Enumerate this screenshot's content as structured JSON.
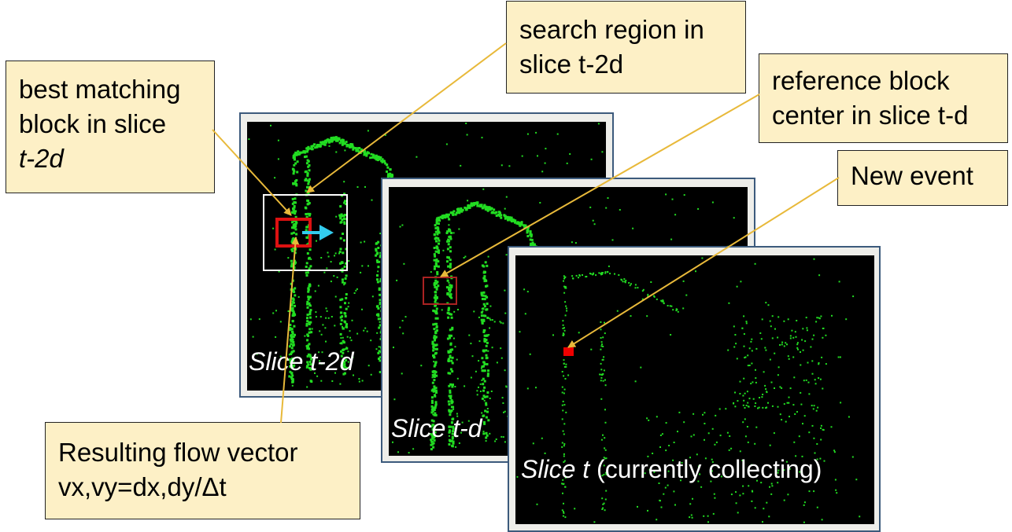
{
  "slices": {
    "back": {
      "caption_main": "Slice t-2d",
      "caption_rest": ""
    },
    "mid": {
      "caption_main": "Slice t-d",
      "caption_rest": ""
    },
    "front": {
      "caption_main": "Slice t",
      "caption_rest": " (currently collecting)"
    }
  },
  "callouts": {
    "best_match": {
      "line1": "best matching",
      "line2": "block in slice",
      "line3": "t-2d"
    },
    "search_region": {
      "line1": "search region in",
      "line2": "slice t-2d"
    },
    "reference_block": {
      "line1": "reference block",
      "line2": "center in slice t-d"
    },
    "new_event": {
      "line1": "New event"
    },
    "flow_vector": {
      "line1": "Resulting flow vector",
      "line2": "vx,vy=dx,dy/Δt"
    }
  },
  "colors": {
    "event_green": "#22dd22",
    "callout_fill": "#fdf0c6",
    "leader_line": "#e8b93a",
    "frame_border": "#3c5a7c",
    "best_block": "#dd1111",
    "reference_block": "#aa2222",
    "new_event": "#ee0000",
    "flow_arrow": "#33ccee",
    "search_box": "#ffffff"
  }
}
